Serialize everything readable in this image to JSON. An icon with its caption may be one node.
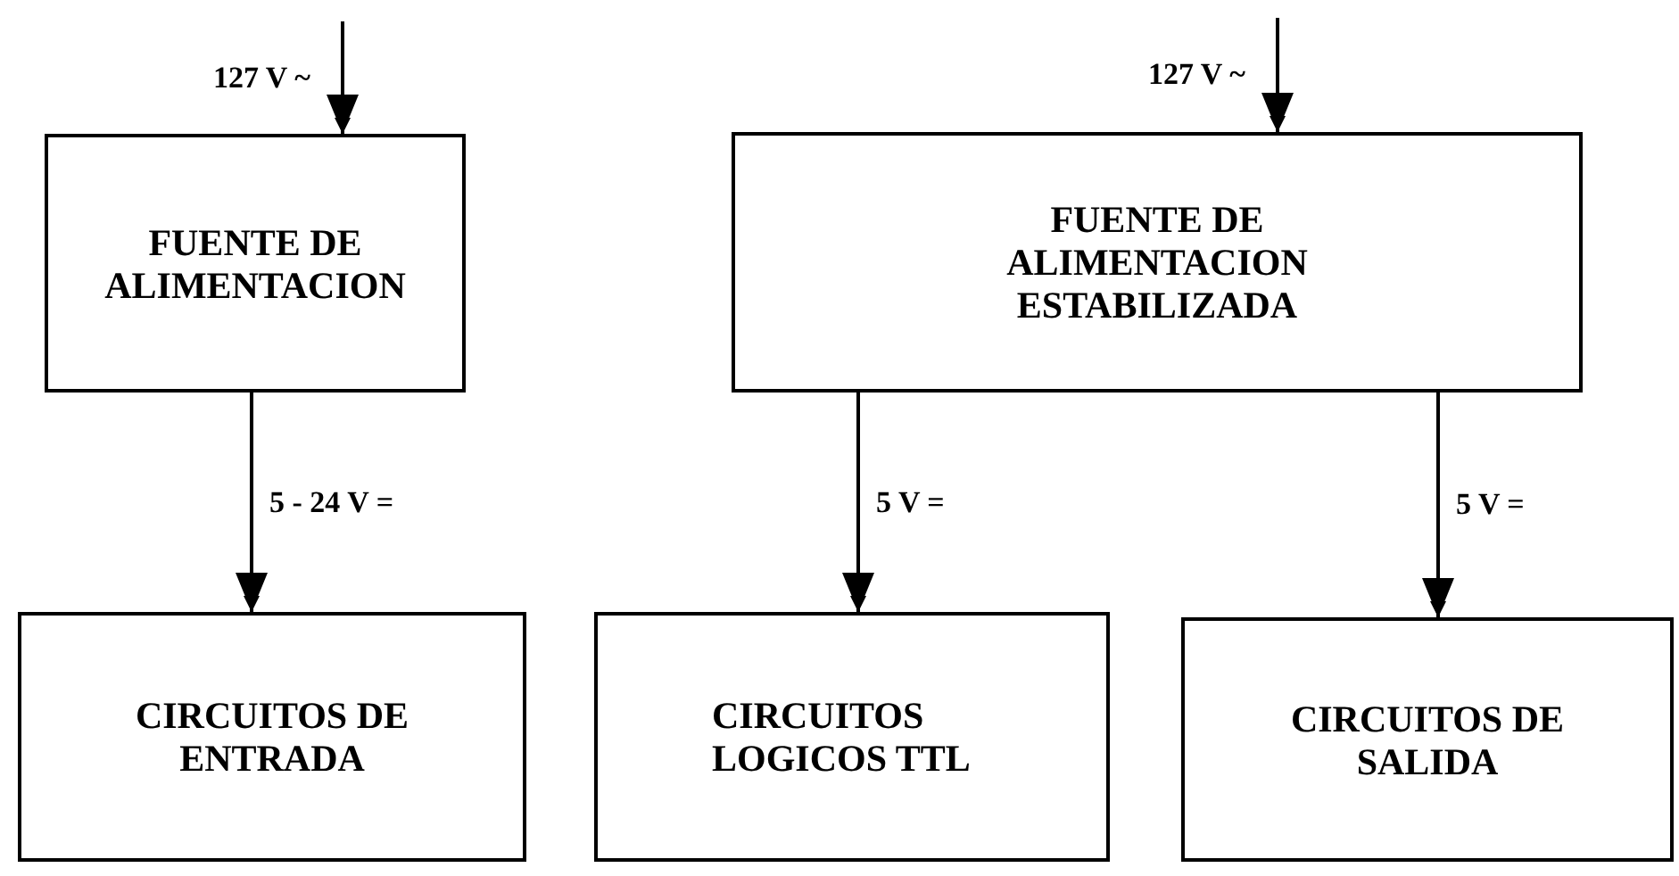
{
  "diagram": {
    "nodes": [
      {
        "text": [
          "FUENTE DE ALIMENTACION"
        ]
      },
      {
        "text": [
          "CIRCUITOS DE ENTRADA"
        ]
      },
      {
        "text": [
          "FUENTE DE ALIMENTACION ESTABILIZADA"
        ]
      },
      {
        "text": [
          "CIRCUITOS LOGICOS TTL"
        ]
      },
      {
        "text": [
          "CIRCUITOS DE SALIDA"
        ]
      }
    ],
    "edges": [
      {
        "from": null,
        "to": 0,
        "arrow": "to",
        "label": "127 V ~"
      },
      {
        "from": 0,
        "to": 1,
        "arrow": "to",
        "label": "5 - 24 V ="
      },
      {
        "from": null,
        "to": 2,
        "arrow": "to",
        "label": "127 V ~"
      },
      {
        "from": 2,
        "to": 3,
        "arrow": "to",
        "label": "5 V ="
      },
      {
        "from": 2,
        "to": 4,
        "arrow": "to",
        "label": "5 V ="
      }
    ]
  }
}
